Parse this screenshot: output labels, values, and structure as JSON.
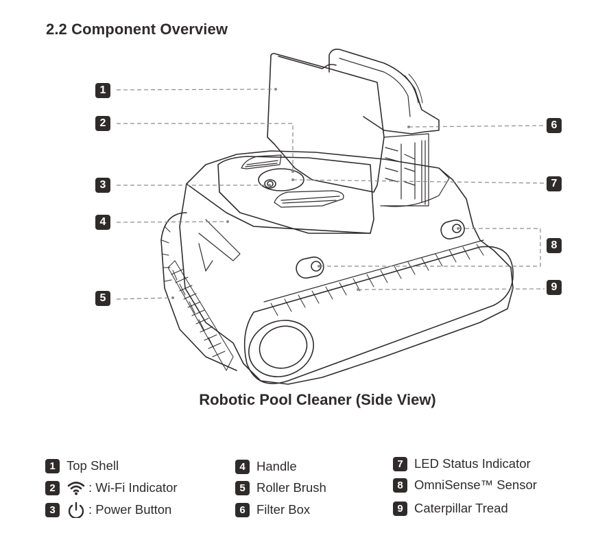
{
  "section_title": "2.2 Component Overview",
  "figure_caption": "Robotic Pool Cleaner (Side View)",
  "callouts": [
    {
      "number": "1",
      "label": "Top Shell"
    },
    {
      "number": "2",
      "label": ": Wi-Fi Indicator",
      "icon": "wifi-icon"
    },
    {
      "number": "3",
      "label": ": Power Button",
      "icon": "power-icon"
    },
    {
      "number": "4",
      "label": "Handle"
    },
    {
      "number": "5",
      "label": "Roller Brush"
    },
    {
      "number": "6",
      "label": "Filter Box"
    },
    {
      "number": "7",
      "label": "LED Status Indicator"
    },
    {
      "number": "8",
      "label": "OmniSense™ Sensor"
    },
    {
      "number": "9",
      "label": "Caterpillar Tread"
    }
  ],
  "colors": {
    "ink": "#2f2b2b",
    "leader": "#8a8a8a",
    "background": "#ffffff"
  }
}
